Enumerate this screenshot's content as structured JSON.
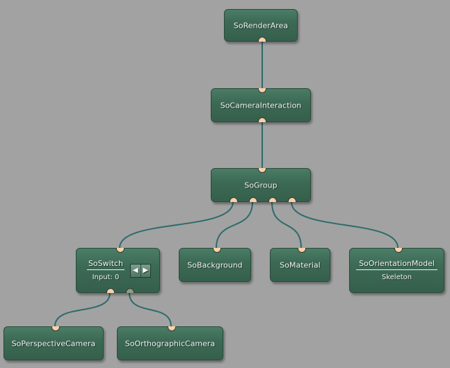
{
  "nodes": {
    "render_area": {
      "label": "SoRenderArea"
    },
    "camera_interaction": {
      "label": "SoCameraInteraction"
    },
    "group": {
      "label": "SoGroup"
    },
    "switch": {
      "label": "SoSwitch",
      "sub": "Input: 0",
      "prev": "◀",
      "next": "▶"
    },
    "background": {
      "label": "SoBackground"
    },
    "material": {
      "label": "SoMaterial"
    },
    "orientation_model": {
      "label": "SoOrientationModel",
      "sub": "Skeleton"
    },
    "perspective_camera": {
      "label": "SoPerspectiveCamera"
    },
    "orthographic_camera": {
      "label": "SoOrthographicCamera"
    }
  },
  "colors": {
    "wire": "#2d6a6a",
    "node": "#3f6d58",
    "port": "#f7d2a8"
  }
}
